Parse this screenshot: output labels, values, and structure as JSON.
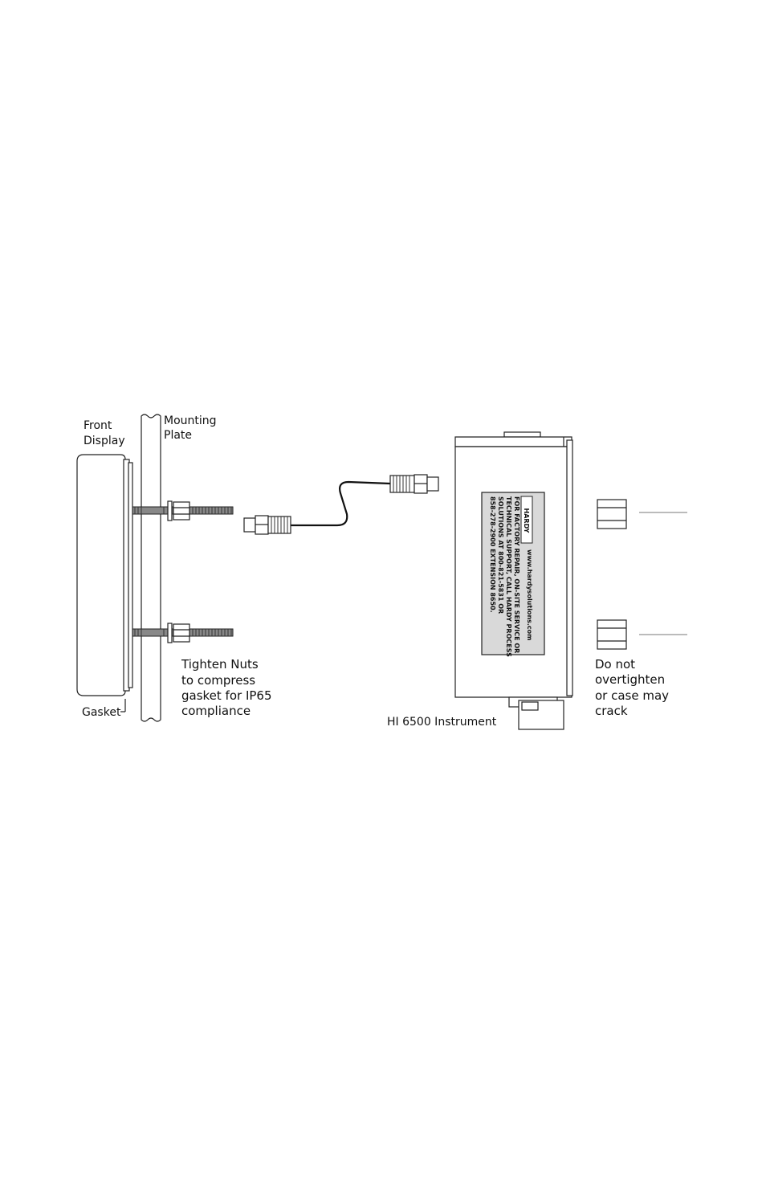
{
  "labels": {
    "front_display": [
      "Front",
      "Display"
    ],
    "mounting_plate": [
      "Mounting",
      "Plate"
    ],
    "gasket": "Gasket",
    "tighten_note": [
      "Tighten Nuts",
      "to compress",
      "gasket for IP65",
      "compliance"
    ],
    "instrument": "HI 6500 Instrument",
    "warning_note": [
      "Do not",
      "overtighten",
      "or case may",
      "crack"
    ]
  },
  "label_card": {
    "website": "www.hardysolutions.com",
    "lines": [
      "FOR FACTORY REPAIR, ON-SITE SERVICE OR",
      "TECHNICAL SUPPORT, CALL HARDY PROCESS",
      "SOLUTIONS AT 800-821-5831 OR",
      "858-278-2900 EXTENSION 8650."
    ]
  },
  "colors": {
    "line": "#222222",
    "label_fill": "#d9d9d9",
    "background": "#ffffff"
  }
}
